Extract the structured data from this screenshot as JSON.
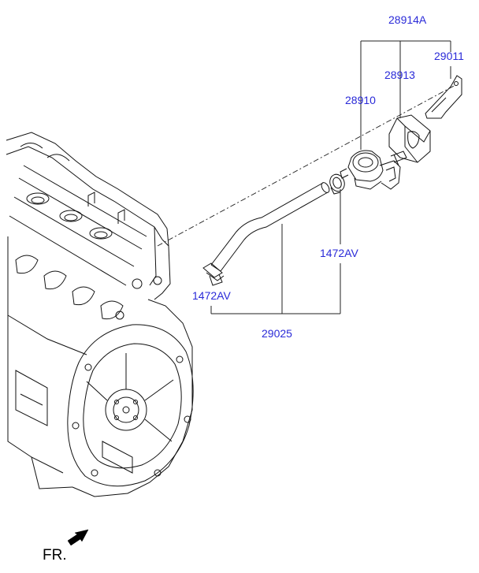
{
  "parts": {
    "assembly": "28914A",
    "bracket": "29011",
    "cover": "28913",
    "valve": "28910",
    "clamp_right": "1472AV",
    "clamp_left": "1472AV",
    "hose": "29025"
  },
  "orientation": {
    "label": "FR.",
    "arrow_icon": "front-arrow-icon"
  },
  "colors": {
    "callout_text": "#2a2ad8",
    "line_art": "#111111"
  }
}
